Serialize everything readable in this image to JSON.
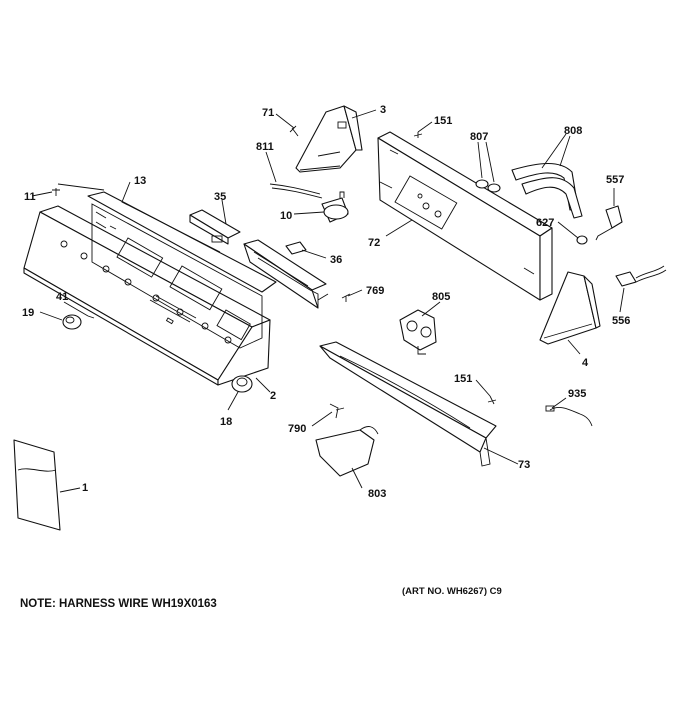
{
  "diagram": {
    "labels": {
      "p71": "71",
      "p3": "3",
      "p151a": "151",
      "p807": "807",
      "p808": "808",
      "p811": "811",
      "p557": "557",
      "p13": "13",
      "p11": "11",
      "p35": "35",
      "p10": "10",
      "p627": "627",
      "p72": "72",
      "p36": "36",
      "p769": "769",
      "p805": "805",
      "p41": "41",
      "p19": "19",
      "p556": "556",
      "p4": "4",
      "p2": "2",
      "p151b": "151",
      "p18": "18",
      "p935": "935",
      "p790": "790",
      "p73": "73",
      "p1": "1",
      "p803": "803"
    },
    "note": "NOTE: HARNESS WIRE WH19X0163",
    "art_number": "(ART NO. WH6267) C9"
  }
}
